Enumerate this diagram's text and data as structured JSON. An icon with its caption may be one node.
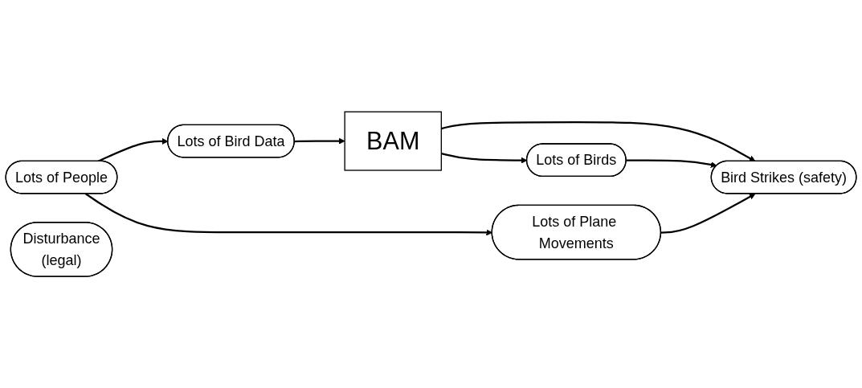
{
  "diagram": {
    "nodes": [
      {
        "text": [
          "Lots of People"
        ]
      },
      {
        "text": [
          "Lots of Bird Data"
        ]
      },
      {
        "text": [
          "Disturbance",
          "(legal)"
        ]
      },
      {
        "text": [
          "BAM"
        ]
      },
      {
        "text": [
          "Bird Strikes (safety)"
        ]
      },
      {
        "text": [
          "Lots of Plane Movements"
        ]
      },
      {
        "text": [
          "Lots of Birds"
        ]
      }
    ],
    "edges": [
      {
        "from": 0,
        "to": 1,
        "arrow": "to"
      },
      {
        "from": 1,
        "to": 3,
        "arrow": "to"
      },
      {
        "from": 3,
        "to": 4,
        "arrow": "to"
      },
      {
        "from": 3,
        "to": 6,
        "arrow": "to"
      },
      {
        "from": 0,
        "to": 5,
        "arrow": "to"
      },
      {
        "from": 5,
        "to": 4,
        "arrow": "to"
      },
      {
        "from": 6,
        "to": 4,
        "arrow": "to"
      }
    ]
  }
}
